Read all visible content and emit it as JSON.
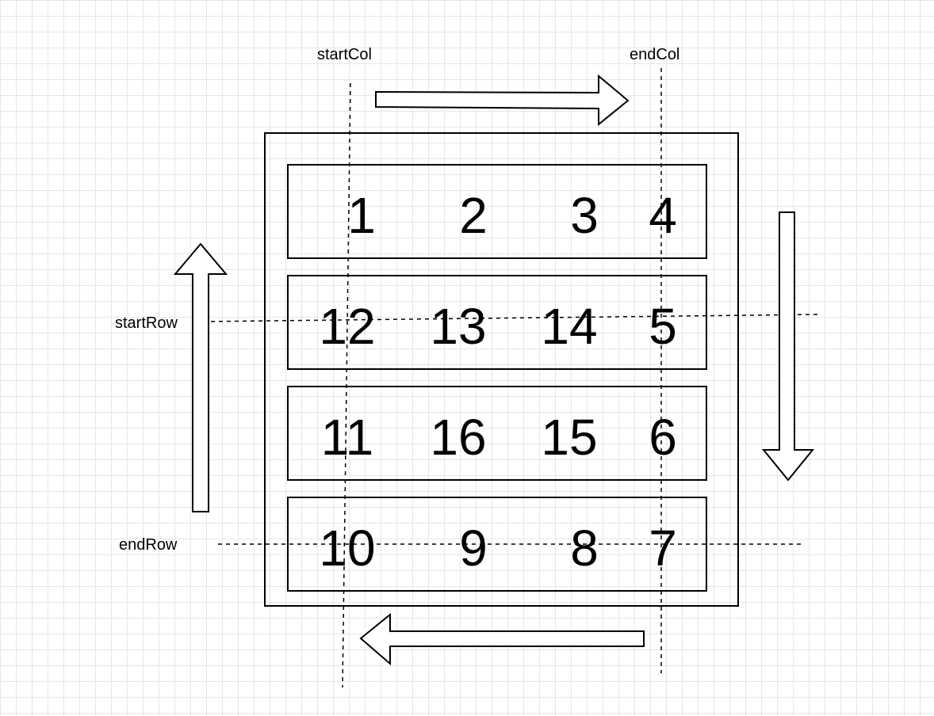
{
  "labels": {
    "start_col": "startCol",
    "end_col": "endCol",
    "start_row": "startRow",
    "end_row": "endRow"
  },
  "matrix": [
    [
      "1",
      "2",
      "3",
      "4"
    ],
    [
      "12",
      "13",
      "14",
      "5"
    ],
    [
      "11",
      "16",
      "15",
      "6"
    ],
    [
      "10",
      "9",
      "8",
      "7"
    ]
  ],
  "arrows": [
    "right",
    "down",
    "left",
    "up"
  ],
  "colors": {
    "stroke": "#000000",
    "grid": "#e6e6e6",
    "background": "#ffffff"
  }
}
